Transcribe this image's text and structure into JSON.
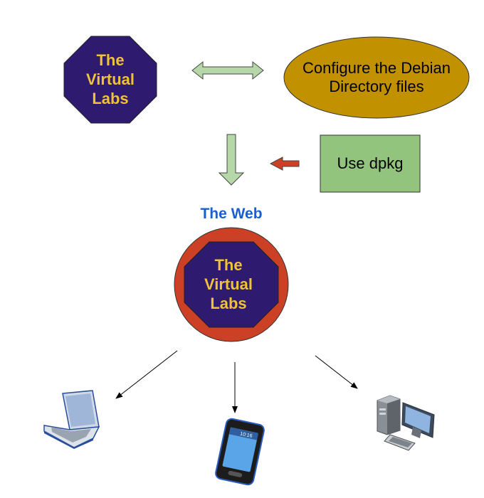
{
  "diagram": {
    "top_node": {
      "lines": [
        "The",
        "Virtual",
        "Labs"
      ]
    },
    "config_node": {
      "lines": [
        "Configure the Debian",
        "Directory files"
      ]
    },
    "dpkg_node": {
      "label": "Use dpkg"
    },
    "web_title": "The Web",
    "web_node": {
      "lines": [
        "The",
        "Virtual",
        "Labs"
      ]
    },
    "clients": [
      {
        "icon": "laptop-icon"
      },
      {
        "icon": "smartphone-icon",
        "screen_time": "10:16"
      },
      {
        "icon": "desktop-computer-icon"
      }
    ]
  },
  "colors": {
    "octagon_fill": "#2e1a6e",
    "octagon_text": "#f0c238",
    "ellipse_fill": "#c19100",
    "dpkg_fill": "#93c47d",
    "arrow_green": "#b6d7a8",
    "arrow_red": "#cc4125",
    "ring_red": "#cc4125",
    "web_title": "#1a5fd1"
  }
}
